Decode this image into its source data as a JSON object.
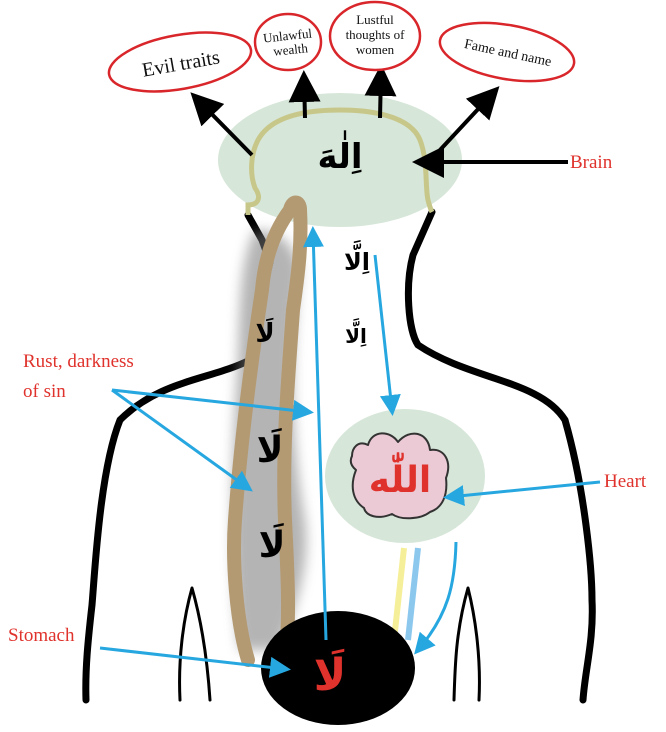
{
  "bubbles": {
    "evil_traits": "Evil traits",
    "unlawful_wealth_line1": "Unlawful",
    "unlawful_wealth_line2": "wealth",
    "lustful_line1": "Lustful",
    "lustful_line2": "thoughts of",
    "lustful_line3": "women",
    "fame_and_name": "Fame and name"
  },
  "labels": {
    "brain": "Brain",
    "heart": "Heart",
    "stomach": "Stomach",
    "rust_line1": "Rust, darkness",
    "rust_line2": "of sin"
  },
  "arabic": {
    "brain_word": "اِلٰهَ",
    "illa_upper": "اِلَّا",
    "illa_lower": "اِلَّا",
    "la_1": "لَا",
    "la_2": "لَا",
    "la_3": "لَا",
    "heart_word": "اللّٰه",
    "stomach_word": "لَا"
  },
  "colors": {
    "label_red": "#e0322c",
    "bubble_outline": "#d9262b",
    "arrow_blue": "#27a7e0",
    "organ_fill": "#d6e6d8",
    "esophagus": "#b49a72",
    "heart_fill": "#eccad5",
    "body_outline": "#000000"
  }
}
